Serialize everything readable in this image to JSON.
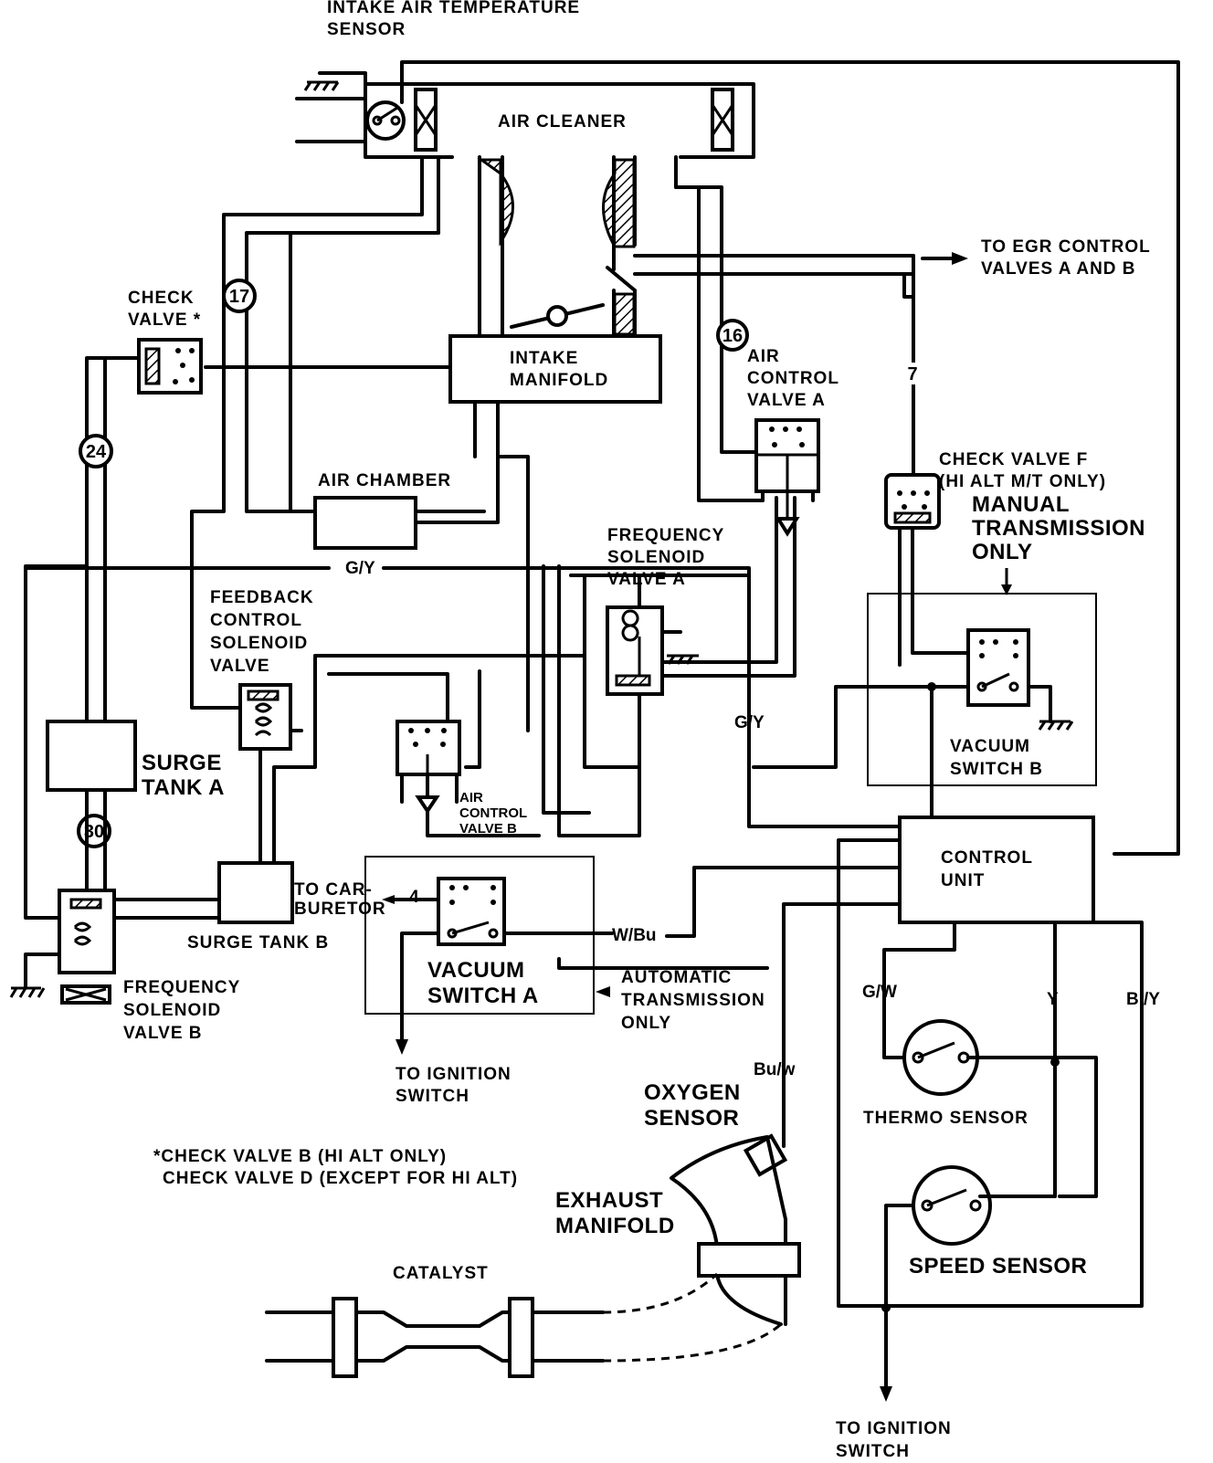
{
  "labels": {
    "intake_air_temp_1": "INTAKE AIR TEMPERATURE",
    "intake_air_temp_2": "SENSOR",
    "air_cleaner": "AIR CLEANER",
    "to_egr_1": "TO EGR CONTROL",
    "to_egr_2": "VALVES A AND B",
    "check_valve_1": "CHECK",
    "check_valve_2": "VALVE *",
    "intake_manifold_1": "INTAKE",
    "intake_manifold_2": "MANIFOLD",
    "air_control_a_1": "AIR",
    "air_control_a_2": "CONTROL",
    "air_control_a_3": "VALVE A",
    "check_valve_f_1": "CHECK VALVE F",
    "check_valve_f_2": "(HI ALT M/T ONLY)",
    "air_chamber": "AIR CHAMBER",
    "manual_trans_1": "MANUAL",
    "manual_trans_2": "TRANSMISSION",
    "manual_trans_3": "ONLY",
    "freq_sol_a_1": "FREQUENCY",
    "freq_sol_a_2": "SOLENOID",
    "freq_sol_a_3": "VALVE A",
    "feedback_1": "FEEDBACK",
    "feedback_2": "CONTROL",
    "feedback_3": "SOLENOID",
    "feedback_4": "VALVE",
    "surge_tank_a_1": "SURGE",
    "surge_tank_a_2": "TANK A",
    "air_control_b_1": "AIR",
    "air_control_b_2": "CONTROL",
    "air_control_b_3": "VALVE B",
    "vacuum_switch_b_1": "VACUUM",
    "vacuum_switch_b_2": "SWITCH B",
    "control_unit_1": "CONTROL",
    "control_unit_2": "UNIT",
    "to_carburetor_1": "TO CAR-",
    "to_carburetor_2": "BURETOR",
    "carb_num": "4",
    "surge_tank_b": "SURGE TANK B",
    "vacuum_switch_a_1": "VACUUM",
    "vacuum_switch_a_2": "SWITCH A",
    "auto_trans_1": "AUTOMATIC",
    "auto_trans_2": "TRANSMISSION",
    "auto_trans_3": "ONLY",
    "freq_sol_b_1": "FREQUENCY",
    "freq_sol_b_2": "SOLENOID",
    "freq_sol_b_3": "VALVE B",
    "to_ign_1a": "TO IGNITION",
    "to_ign_1b": "SWITCH",
    "oxygen_sensor_1": "OXYGEN",
    "oxygen_sensor_2": "SENSOR",
    "thermo_sensor": "THERMO SENSOR",
    "footnote_1": "*CHECK VALVE B (HI ALT ONLY)",
    "footnote_2": "CHECK VALVE D (EXCEPT FOR HI ALT)",
    "exhaust_manifold_1": "EXHAUST",
    "exhaust_manifold_2": "MANIFOLD",
    "speed_sensor": "SPEED SENSOR",
    "catalyst": "CATALYST",
    "to_ign_2a": "TO IGNITION",
    "to_ign_2b": "SWITCH"
  },
  "hose_numbers": {
    "h17": "17",
    "h16": "16",
    "h7": "7",
    "h24": "24",
    "h30": "30"
  },
  "wire_colors": {
    "gy_top": "G/Y",
    "gy_right": "G/Y",
    "w_bu": "W/Bu",
    "g_w": "G/W",
    "y": "Y",
    "bl_y": "Bl/Y",
    "bu_w": "Bu/w"
  }
}
